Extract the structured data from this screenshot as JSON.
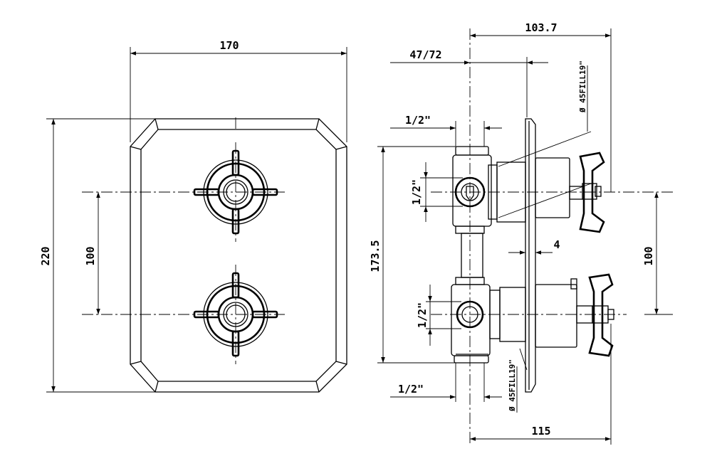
{
  "dimensions": {
    "front_width": "170",
    "front_height": "220",
    "handle_spacing_front": "100",
    "side_depth_total": "103.7",
    "side_depth_range": "47/72",
    "pipe_top": "1/2\"",
    "pipe_left_upper": "1/2\"",
    "pipe_left_lower": "1/2\"",
    "pipe_bottom": "1/2\"",
    "body_height": "173.5",
    "plate_gap": "4",
    "handle_spacing_side": "100",
    "side_bottom_depth": "115",
    "spindle_upper": "Ø 45FILL19\"",
    "spindle_lower": "Ø 45FILL19\""
  }
}
